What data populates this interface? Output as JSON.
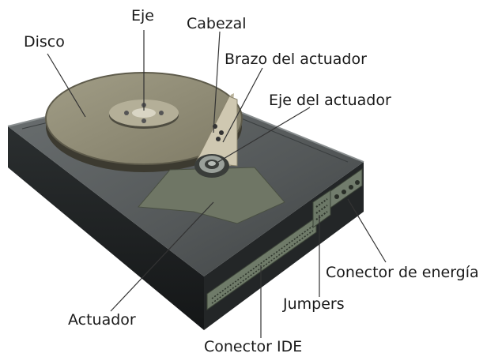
{
  "labels": {
    "disco": "Disco",
    "eje": "Eje",
    "cabezal": "Cabezal",
    "brazo": "Brazo del actuador",
    "eje_actuador": "Eje del actuador",
    "actuador": "Actuador",
    "conector_ide": "Conector IDE",
    "jumpers": "Jumpers",
    "conector_energia": "Conector de energía"
  },
  "colors": {
    "case_top": "#5a5f60",
    "case_side": "#1e2122",
    "disk": "#8e8a74",
    "actuator": "#727866",
    "arm": "#c7bfa8",
    "connector": "#7e8a76",
    "leader": "#333333"
  }
}
